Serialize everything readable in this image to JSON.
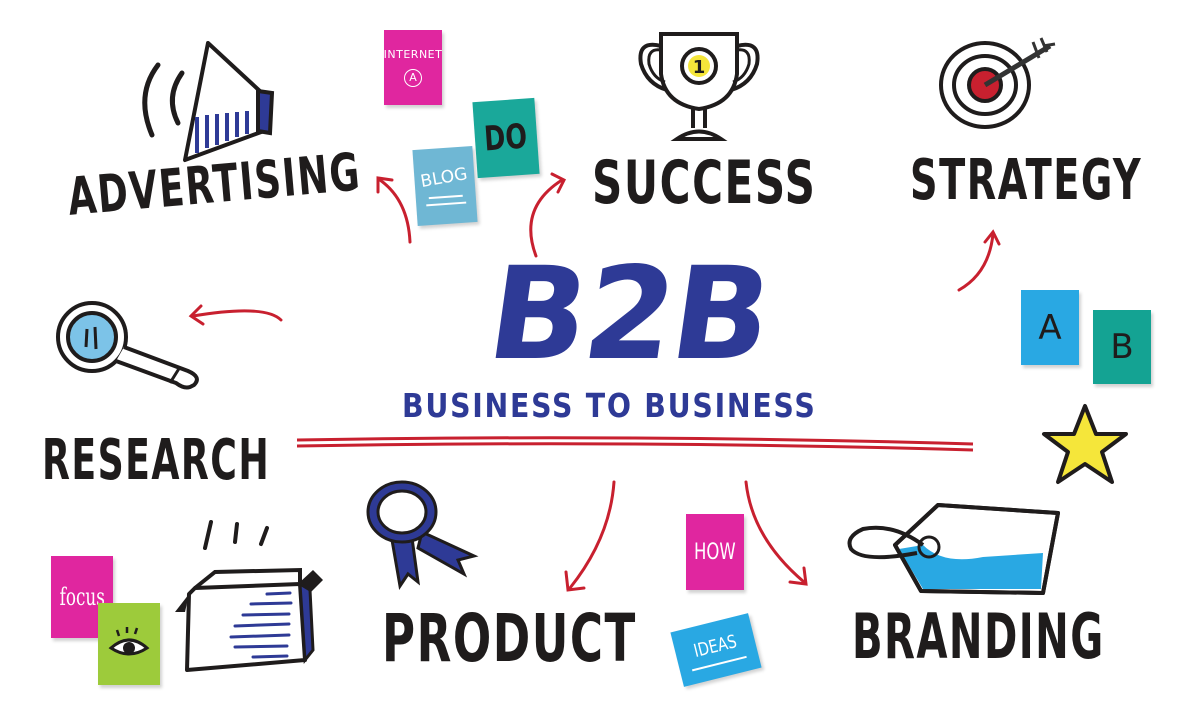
{
  "center": {
    "title": "B2B",
    "subtitle": "BUSINESS TO BUSINESS",
    "color": "#2e3a96"
  },
  "topics": [
    {
      "id": "advertising",
      "label": "ADVERTISING",
      "icon": "megaphone-icon"
    },
    {
      "id": "success",
      "label": "SUCCESS",
      "icon": "trophy-icon"
    },
    {
      "id": "strategy",
      "label": "STRATEGY",
      "icon": "target-icon"
    },
    {
      "id": "research",
      "label": "RESEARCH",
      "icon": "magnifier-icon"
    },
    {
      "id": "product",
      "label": "PRODUCT",
      "icon": "box-icon"
    },
    {
      "id": "branding",
      "label": "BRANDING",
      "icon": "tag-icon"
    }
  ],
  "sticky_notes": [
    {
      "id": "internet",
      "label": "INTERNET",
      "sublabel": "A",
      "color": "#e0269f"
    },
    {
      "id": "blog",
      "label": "BLOG",
      "color": "#6fb7d4"
    },
    {
      "id": "do",
      "label": "DO",
      "color": "#1aa89a"
    },
    {
      "id": "a",
      "label": "A",
      "color": "#29a8e3"
    },
    {
      "id": "b",
      "label": "B",
      "color": "#14a393"
    },
    {
      "id": "focus",
      "label": "focus",
      "color": "#e0269f"
    },
    {
      "id": "eye",
      "label": "",
      "color": "#9dcb3b"
    },
    {
      "id": "how",
      "label": "HOW",
      "color": "#e0269f"
    },
    {
      "id": "ideas",
      "label": "IDEAS",
      "color": "#29a8e3"
    }
  ],
  "trophy": {
    "rank": "1"
  },
  "colors": {
    "arrow": "#c8202f",
    "ink": "#1f1c1c",
    "blue": "#2e3a96",
    "star": "#f5e63a",
    "light_blue": "#29a8e3"
  }
}
